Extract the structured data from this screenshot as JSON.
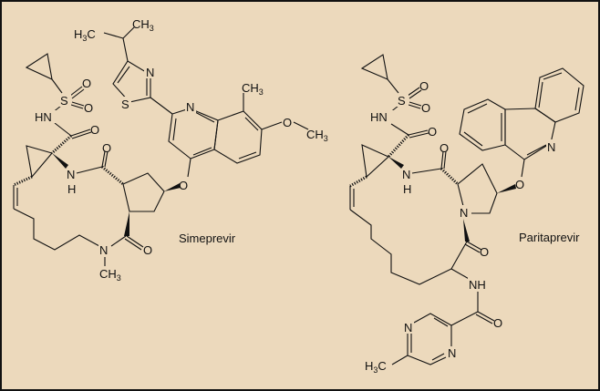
{
  "molecules": [
    {
      "name": "Simeprevir",
      "atoms": {
        "h3c": "H",
        "h3c_sub": "3",
        "h3c_c": "C",
        "ch3": "CH",
        "ch3_sub": "3",
        "n_thiazole": "N",
        "s_thiazole": "S",
        "n_quin": "N",
        "ch3_quin": "CH",
        "ch3_quin_sub": "3",
        "o_methoxy": "O",
        "ch3_methoxy": "CH",
        "ch3_methoxy_sub": "3",
        "s_sulfonyl": "S",
        "o1": "O",
        "o2": "O",
        "hn": "HN",
        "o_carbonyl": "O",
        "o_amide": "O",
        "n_amide": "N",
        "h_amide": "H",
        "o_ether": "O",
        "n_methyl": "N",
        "ch3_n": "CH",
        "ch3_n_sub": "3",
        "o_amide2": "O"
      }
    },
    {
      "name": "Paritaprevir",
      "atoms": {
        "s_sulfonyl": "S",
        "o1": "O",
        "o2": "O",
        "hn": "HN",
        "o_carbonyl": "O",
        "o_amide": "O",
        "n_amide": "N",
        "h_amide": "H",
        "o_ether": "O",
        "n_phen": "N",
        "n_pyrrolidine": "N",
        "o_amide2": "O",
        "nh": "NH",
        "o_amide3": "O",
        "n_pyr1": "N",
        "n_pyr2": "N",
        "h3c": "H",
        "h3c_sub": "3",
        "h3c_c": "C"
      }
    }
  ]
}
